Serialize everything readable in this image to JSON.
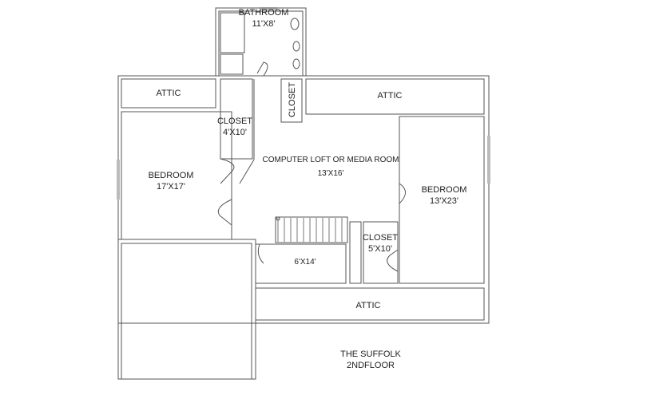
{
  "plan": {
    "title": "THE SUFFOLK",
    "subtitle": "2NDFLOOR",
    "rooms": {
      "bathroom": {
        "name": "BATHROOM",
        "size": "11'X8'"
      },
      "attic_left": {
        "name": "ATTIC"
      },
      "closet_vertical": {
        "name": "CLOSET"
      },
      "attic_right": {
        "name": "ATTIC"
      },
      "closet_left": {
        "name": "CLOSET",
        "size": "4'X10'"
      },
      "loft": {
        "name": "COMPUTER LOFT OR MEDIA ROOM",
        "size": "13'X16'"
      },
      "bedroom_left": {
        "name": "BEDROOM",
        "size": "17'X17'"
      },
      "bedroom_right": {
        "name": "BEDROOM",
        "size": "13'X23'"
      },
      "storage": {
        "size": "6'X14'"
      },
      "closet_right": {
        "name": "CLOSET",
        "size": "5'X10'"
      },
      "attic_bottom": {
        "name": "ATTIC"
      }
    },
    "colors": {
      "wall": "#555555"
    }
  }
}
